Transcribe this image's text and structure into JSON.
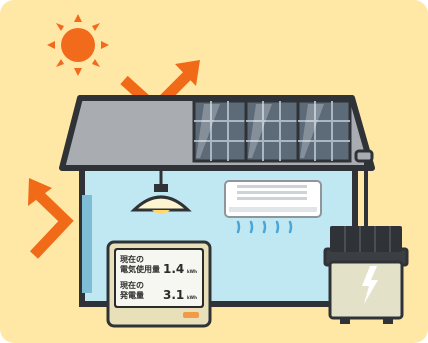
{
  "illustration": {
    "colors": {
      "background": "#ffe7a6",
      "sun": "#f26b1d",
      "arrow": "#f06a18",
      "roof": "#a9adb1",
      "outline": "#2f3337",
      "room": "#bfe8f3",
      "solar_panel": "#5d6a78",
      "monitor": "#e8e0b8",
      "battery": "#e4e1c9"
    },
    "icons": [
      "sun-icon",
      "solar-panel-icon",
      "air-conditioner-icon",
      "ceiling-lamp-icon",
      "battery-icon",
      "lightning-icon"
    ]
  },
  "monitor": {
    "row1_label_line1": "現在の",
    "row1_label_line2": "電気使用量",
    "row1_value": "1.4",
    "row1_unit": "kWh",
    "row2_label_line1": "現在の",
    "row2_label_line2": "発電量",
    "row2_value": "3.1",
    "row2_unit": "kWh"
  }
}
